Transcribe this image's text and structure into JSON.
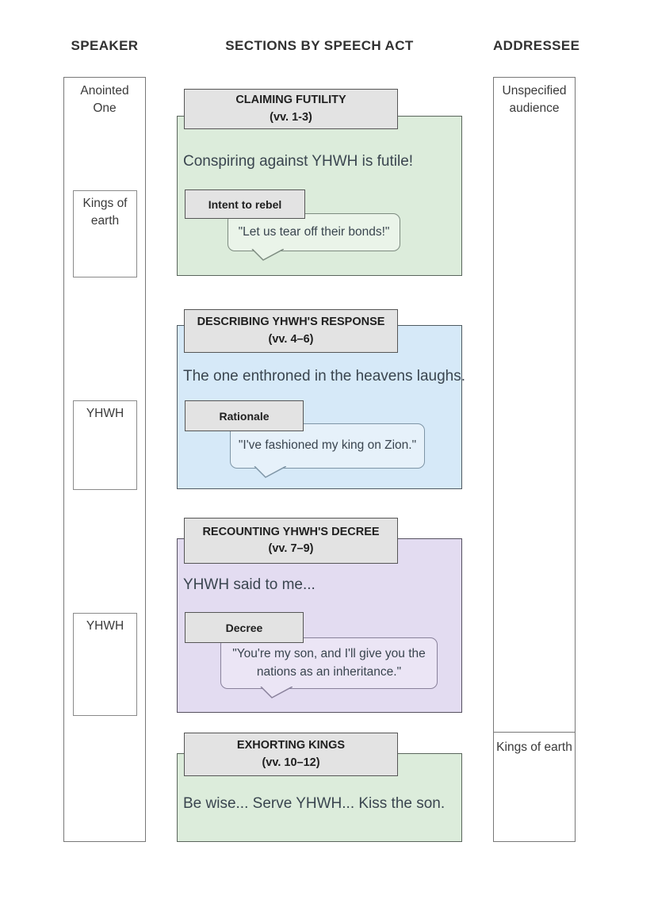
{
  "column_headers": {
    "speaker": "SPEAKER",
    "sections": "SECTIONS BY SPEECH ACT",
    "addressee": "ADDRESSEE"
  },
  "speaker_column": {
    "label": "Anointed One",
    "boxes": [
      {
        "label": "Kings of earth"
      },
      {
        "label": "YHWH"
      },
      {
        "label": "YHWH"
      }
    ]
  },
  "addressee_column": {
    "label": "Unspecified audience",
    "boxes": [
      {
        "label": "Kings of earth"
      }
    ]
  },
  "sections": [
    {
      "title": "CLAIMING FUTILITY",
      "verses": "(vv. 1-3)",
      "summary": "Conspiring against YHWH is futile!",
      "label": "Intent to rebel",
      "quote": "\"Let us tear off their bonds!\"",
      "colors": {
        "panel_bg": "#dcecdb",
        "panel_border": "#5a655c",
        "bubble_bg": "#eaf4e9",
        "bubble_border": "#7d8b80"
      }
    },
    {
      "title": "DESCRIBING YHWH'S RESPONSE",
      "verses": "(vv. 4–6)",
      "summary": "The one enthroned in the heavens laughs.",
      "label": "Rationale",
      "quote": "\"I've fashioned my king on Zion.\"",
      "colors": {
        "panel_bg": "#d6e9f8",
        "panel_border": "#4f5a61",
        "bubble_bg": "#e6f1fa",
        "bubble_border": "#7e95a6"
      }
    },
    {
      "title": "RECOUNTING YHWH'S DECREE",
      "verses": "(vv. 7–9)",
      "summary": "YHWH said to me...",
      "label": "Decree",
      "quote": "\"You're my son, and I'll give you the nations as an inheritance.\"",
      "colors": {
        "panel_bg": "#e3dcf1",
        "panel_border": "#55505f",
        "bubble_bg": "#ebe5f5",
        "bubble_border": "#89819b"
      }
    },
    {
      "title": "EXHORTING KINGS",
      "verses": "(vv. 10–12)",
      "summary": "Be wise... Serve YHWH... Kiss the son.",
      "colors": {
        "panel_bg": "#dcecdb",
        "panel_border": "#5a655c",
        "bubble_bg": "#eaf4e9",
        "bubble_border": "#7d8b80"
      }
    }
  ],
  "shared_colors": {
    "header_bg": "#e3e3e3",
    "header_border": "#565656"
  }
}
